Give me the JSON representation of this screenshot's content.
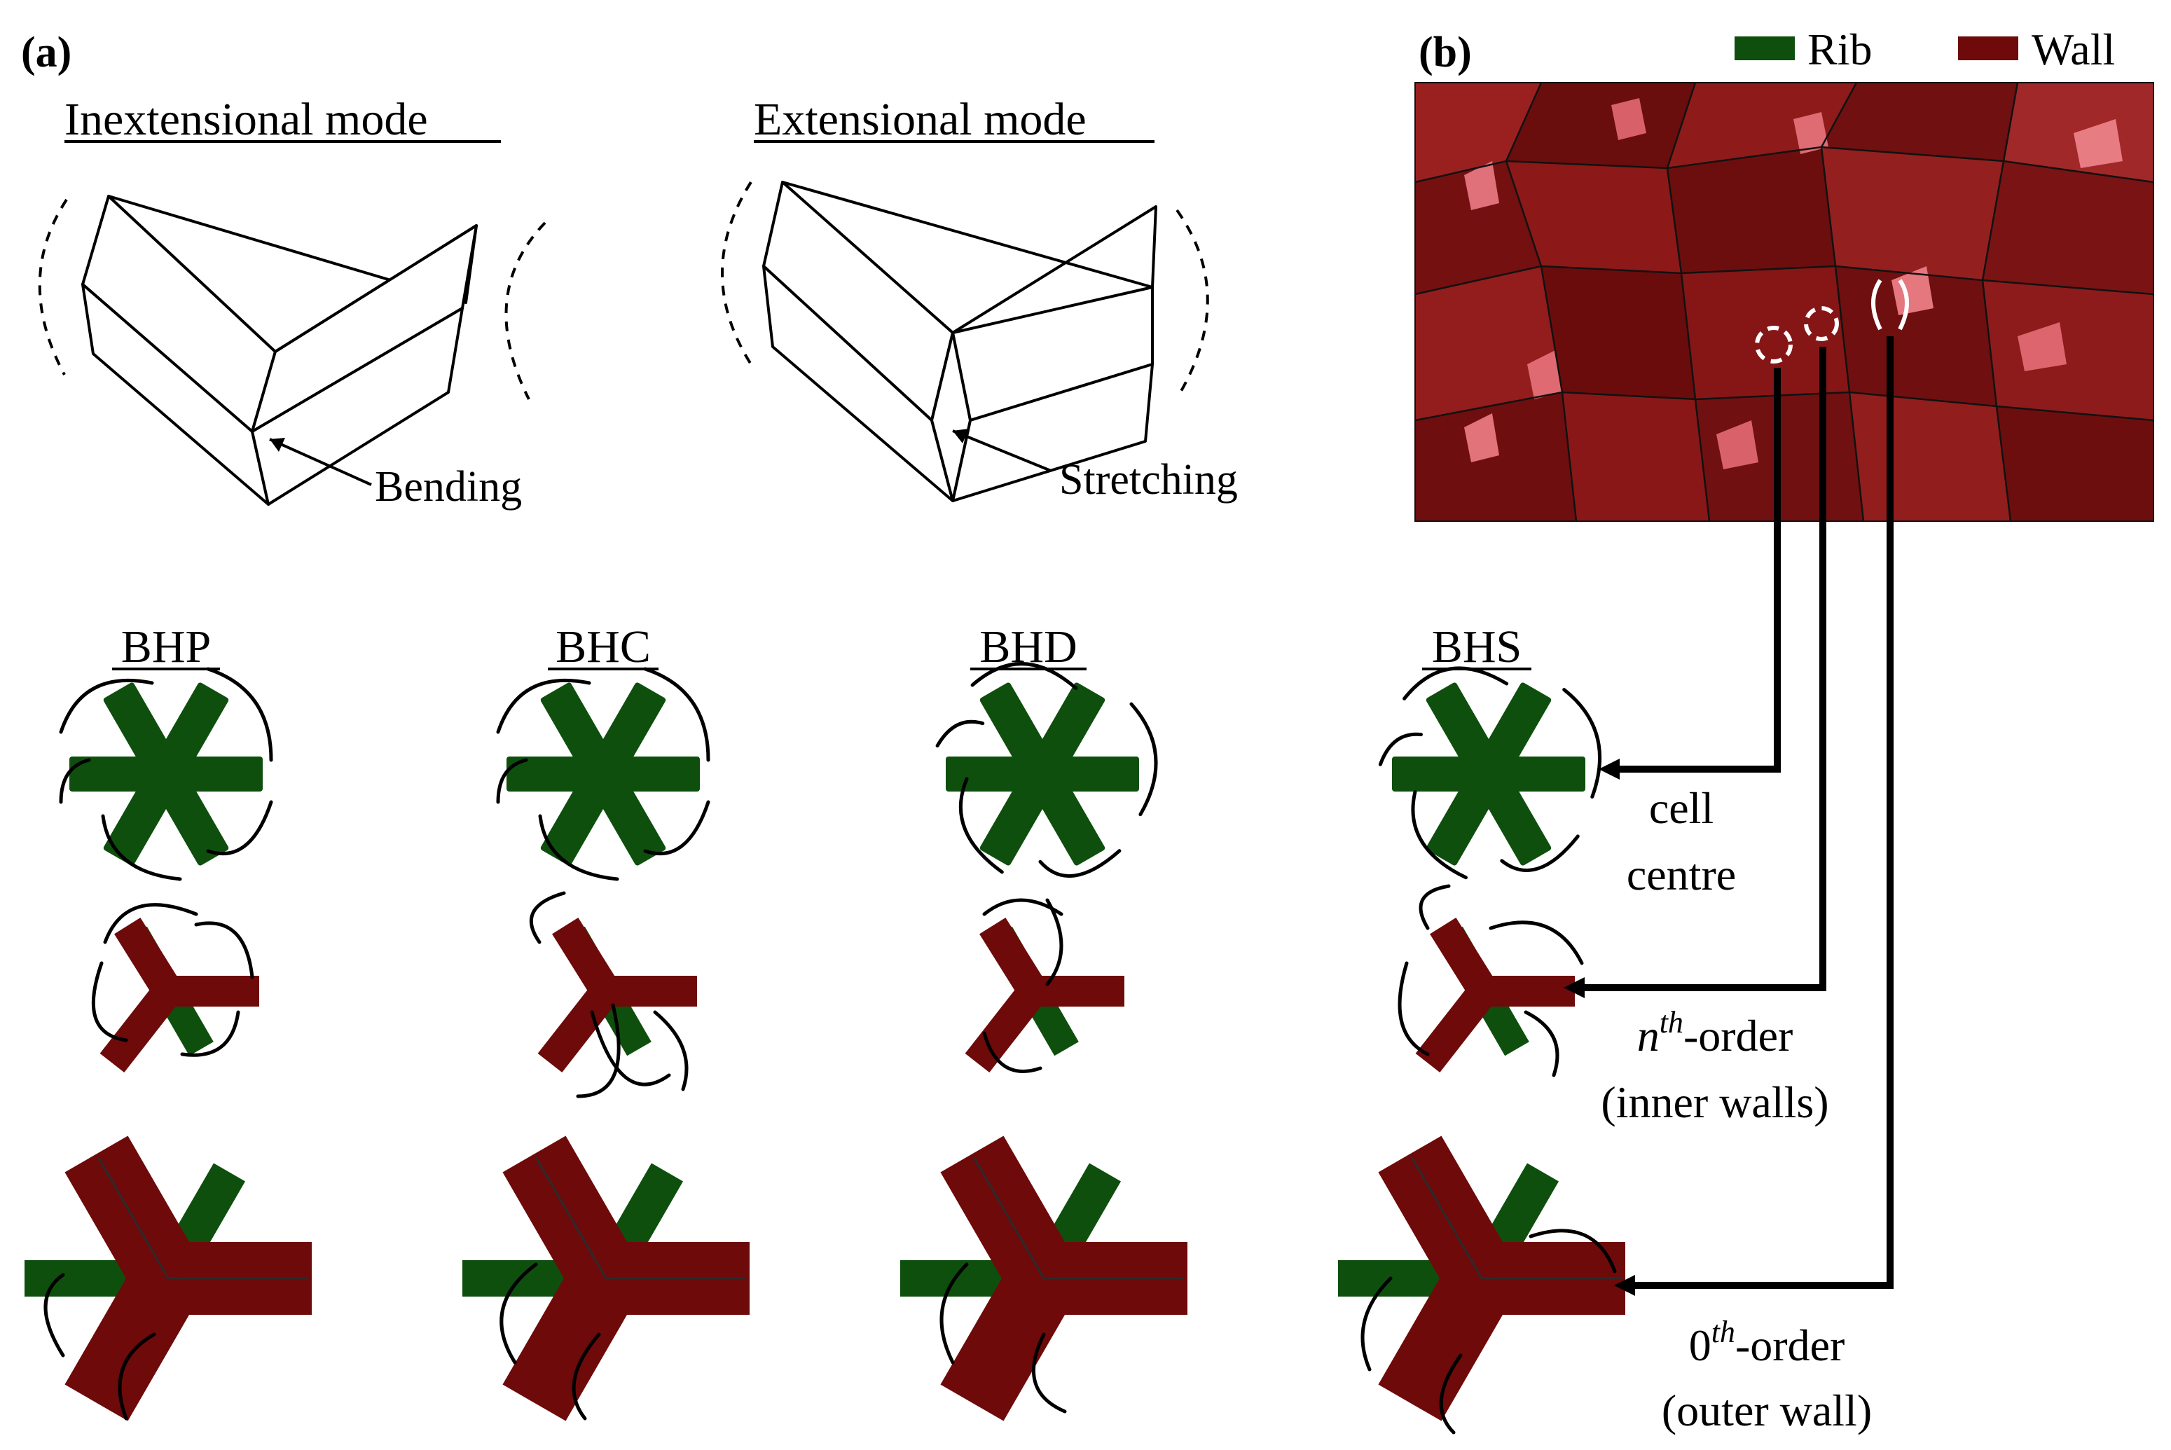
{
  "panel_a": {
    "label": "(a)",
    "inextensional": {
      "title": "Inextensional mode",
      "annotation": "Bending"
    },
    "extensional": {
      "title": "Extensional mode",
      "annotation": "Stretching"
    },
    "columns": [
      "BHP",
      "BHC",
      "BHD",
      "BHS"
    ]
  },
  "panel_b": {
    "label": "(b)",
    "legend": [
      {
        "name": "Rib",
        "color": "#0e4f0e"
      },
      {
        "name": "Wall",
        "color": "#6e0a0a"
      }
    ],
    "callouts": {
      "cell_centre_line1": "cell",
      "cell_centre_line2": "centre",
      "nth_order_base": "n",
      "nth_order_sup": "th",
      "nth_order_suffix": "-order",
      "inner_walls": "(inner walls)",
      "zeroth_order_base": "0",
      "zeroth_order_sup": "th",
      "zeroth_order_suffix": "-order",
      "outer_wall": "(outer wall)"
    }
  },
  "colors": {
    "rib": "#0e4f0e",
    "wall": "#6e0a0a",
    "foam": "#8a1616"
  }
}
